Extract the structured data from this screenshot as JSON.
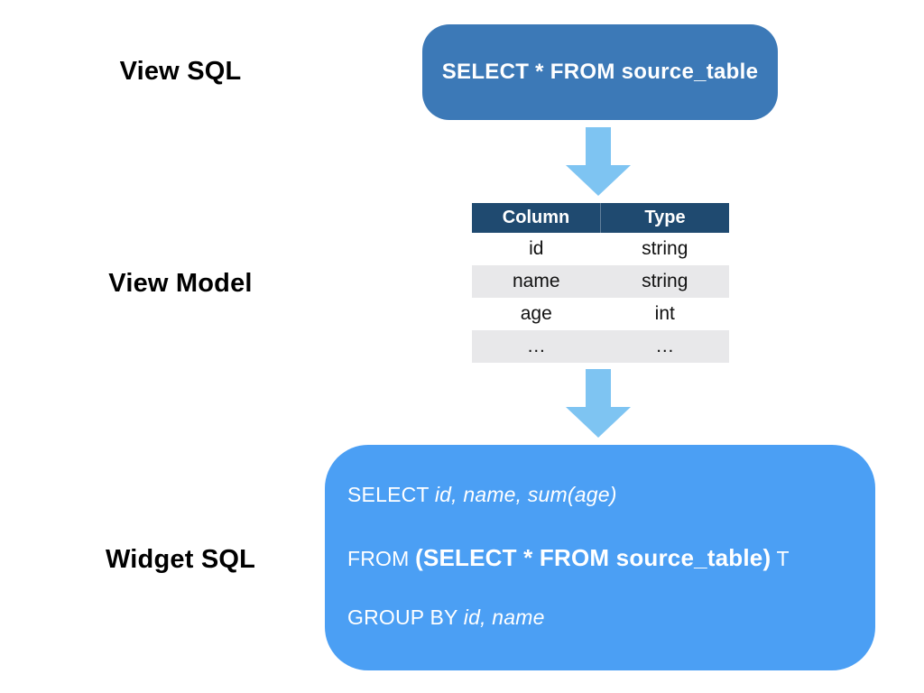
{
  "colors": {
    "page_bg": "#FFFFFF",
    "view_box_bg": "#3C79B7",
    "widget_box_bg": "#4B9FF4",
    "arrow_blue": "#7EC4F2",
    "table_header_bg": "#1F4A70",
    "table_stripe_bg": "#E8E8EA",
    "box_text": "#FFFFFF",
    "label_text": "#000000"
  },
  "labels": {
    "view_sql": "View SQL",
    "view_model": "View Model",
    "widget_sql": "Widget SQL"
  },
  "view_sql_box": {
    "text": "SELECT * FROM source_table"
  },
  "view_model_table": {
    "headers": [
      "Column",
      "Type"
    ],
    "rows": [
      [
        "id",
        "string"
      ],
      [
        "name",
        "string"
      ],
      [
        "age",
        "int"
      ],
      [
        "…",
        "…"
      ]
    ]
  },
  "widget_sql_box": {
    "lines": [
      {
        "prefix": "SELECT ",
        "emphasis": "id, name, sum(age)",
        "emphasis_style": "italic",
        "suffix": ""
      },
      {
        "prefix": "FROM ",
        "emphasis": "(SELECT * FROM source_table)",
        "emphasis_style": "bold",
        "suffix": " T"
      },
      {
        "prefix": "GROUP BY ",
        "emphasis": "id, name",
        "emphasis_style": "italic",
        "suffix": ""
      }
    ]
  }
}
